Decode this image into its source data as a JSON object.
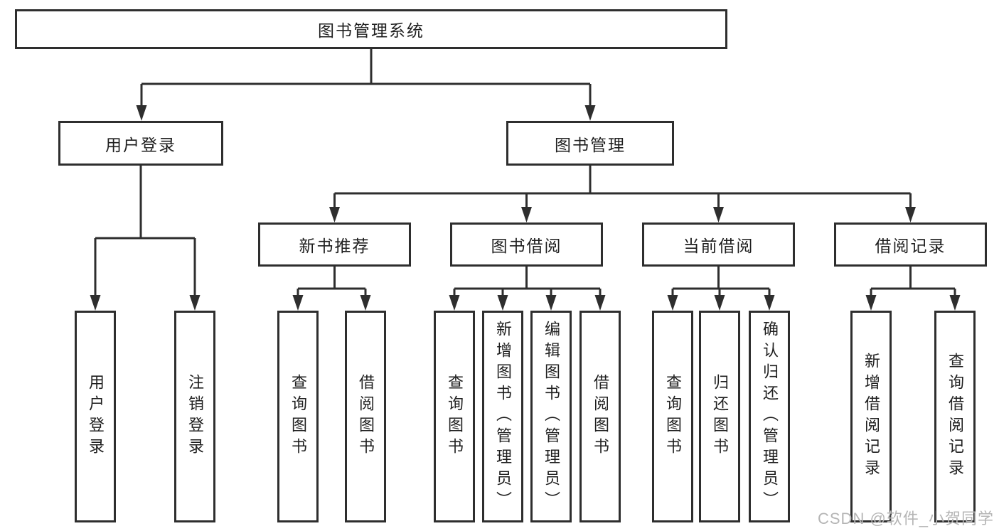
{
  "tree": {
    "label": "图书管理系统",
    "children": [
      {
        "label": "用户登录",
        "children": [
          {
            "label": "用户登录"
          },
          {
            "label": "注销登录"
          }
        ]
      },
      {
        "label": "图书管理",
        "children": [
          {
            "label": "新书推荐",
            "children": [
              {
                "label": "查询图书"
              },
              {
                "label": "借阅图书"
              }
            ]
          },
          {
            "label": "图书借阅",
            "children": [
              {
                "label": "查询图书"
              },
              {
                "label": "新增图书（管理员）"
              },
              {
                "label": "编辑图书（管理员）"
              },
              {
                "label": "借阅图书"
              }
            ]
          },
          {
            "label": "当前借阅",
            "children": [
              {
                "label": "查询图书"
              },
              {
                "label": "归还图书"
              },
              {
                "label": "确认归还（管理员）"
              }
            ]
          },
          {
            "label": "借阅记录",
            "children": [
              {
                "label": "新增借阅记录"
              },
              {
                "label": "查询借阅记录"
              }
            ]
          }
        ]
      }
    ]
  },
  "watermark": {
    "text": "CSDN @软件_小贺同学"
  },
  "colors": {
    "line": "#2e2e2e",
    "box_border": "#2e2e2e",
    "text": "#1f1f1f",
    "background": "#ffffff",
    "watermark": "#b5b5b5"
  }
}
